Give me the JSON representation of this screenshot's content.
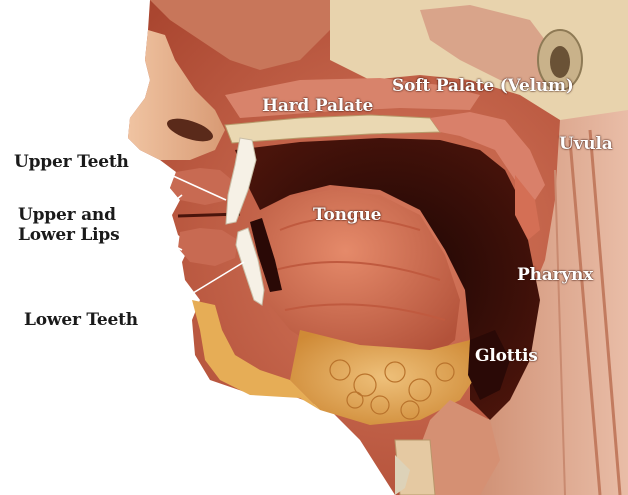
{
  "labels": {
    "hard_palate": "Hard Palate",
    "soft_palate": "Soft Palate (Velum)",
    "uvula": "Uvula",
    "upper_teeth": "Upper Teeth",
    "lips_line1": "Upper and",
    "lips_line2": "Lower Lips",
    "tongue": "Tongue",
    "pharynx": "Pharynx",
    "lower_teeth": "Lower Teeth",
    "glottis": "Glottis"
  },
  "colors": {
    "muscle": "#c4634a",
    "muscle_dark": "#8e3a2a",
    "skin": "#e7b08c",
    "bone": "#e9d9b6",
    "fat": "#e2a44b",
    "cavity": "#2a0906",
    "teeth": "#f6f1e6"
  }
}
